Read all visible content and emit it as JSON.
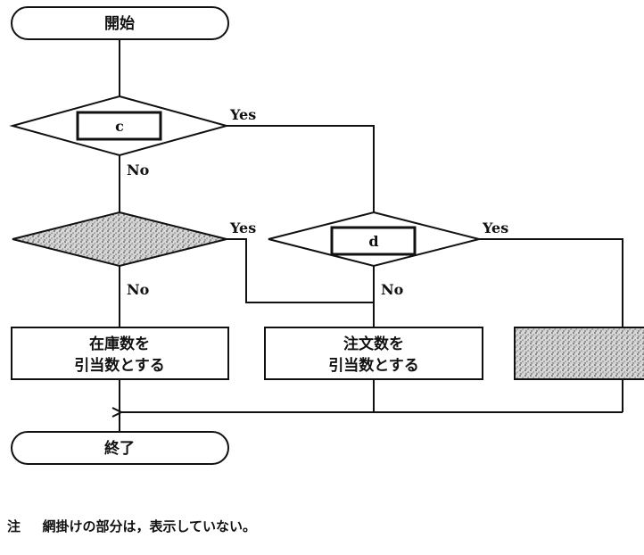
{
  "terminals": {
    "start": "開始",
    "end": "終了"
  },
  "decisions": {
    "c_label": "c",
    "d_label": "d"
  },
  "branches": {
    "yes": "Yes",
    "no": "No"
  },
  "process_boxes": {
    "stock": [
      "在庫数を",
      "引当数とする"
    ],
    "order": [
      "注文数を",
      "引当数とする"
    ]
  },
  "footnote": {
    "marker": "注",
    "text": "網掛けの部分は，表示していない。"
  }
}
